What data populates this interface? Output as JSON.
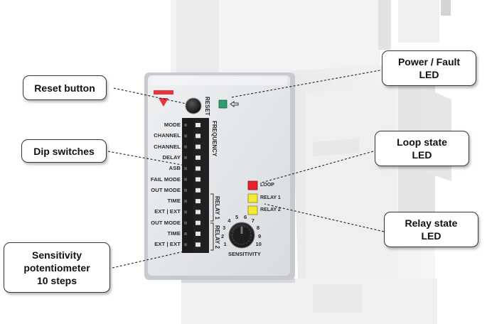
{
  "callouts": {
    "reset": "Reset button",
    "dip": "Dip switches",
    "sensitivity": "Sensitivity\npotentiometer\n10 steps",
    "power": "Power / Fault\nLED",
    "loop": "Loop state\nLED",
    "relay": "Relay state\nLED"
  },
  "device": {
    "reset_label": "RESET",
    "frequency_label": "FREQUENCY",
    "relay1_label": "RELAY 1",
    "relay2_label": "RELAY 2",
    "switch_labels": [
      "MODE",
      "CHANNEL",
      "CHANNEL",
      "DELAY",
      "ASB",
      "FAIL MODE",
      "OUT MODE",
      "TIME",
      "EXT | EXT",
      "OUT MODE",
      "TIME",
      "EXT | EXT"
    ],
    "led_labels": [
      "LOOP",
      "RELAY 1",
      "RELAY 2"
    ],
    "sensitivity_label": "SENSITIVITY",
    "dial_numbers": [
      "1",
      "2",
      "3",
      "4",
      "5",
      "6",
      "7",
      "8",
      "9",
      "10"
    ],
    "colors": {
      "power_led": "#2e9e6e",
      "loop_led": "#e8222b",
      "relay_led": "#f2e93a",
      "brand_mark": "#e8353b"
    }
  }
}
